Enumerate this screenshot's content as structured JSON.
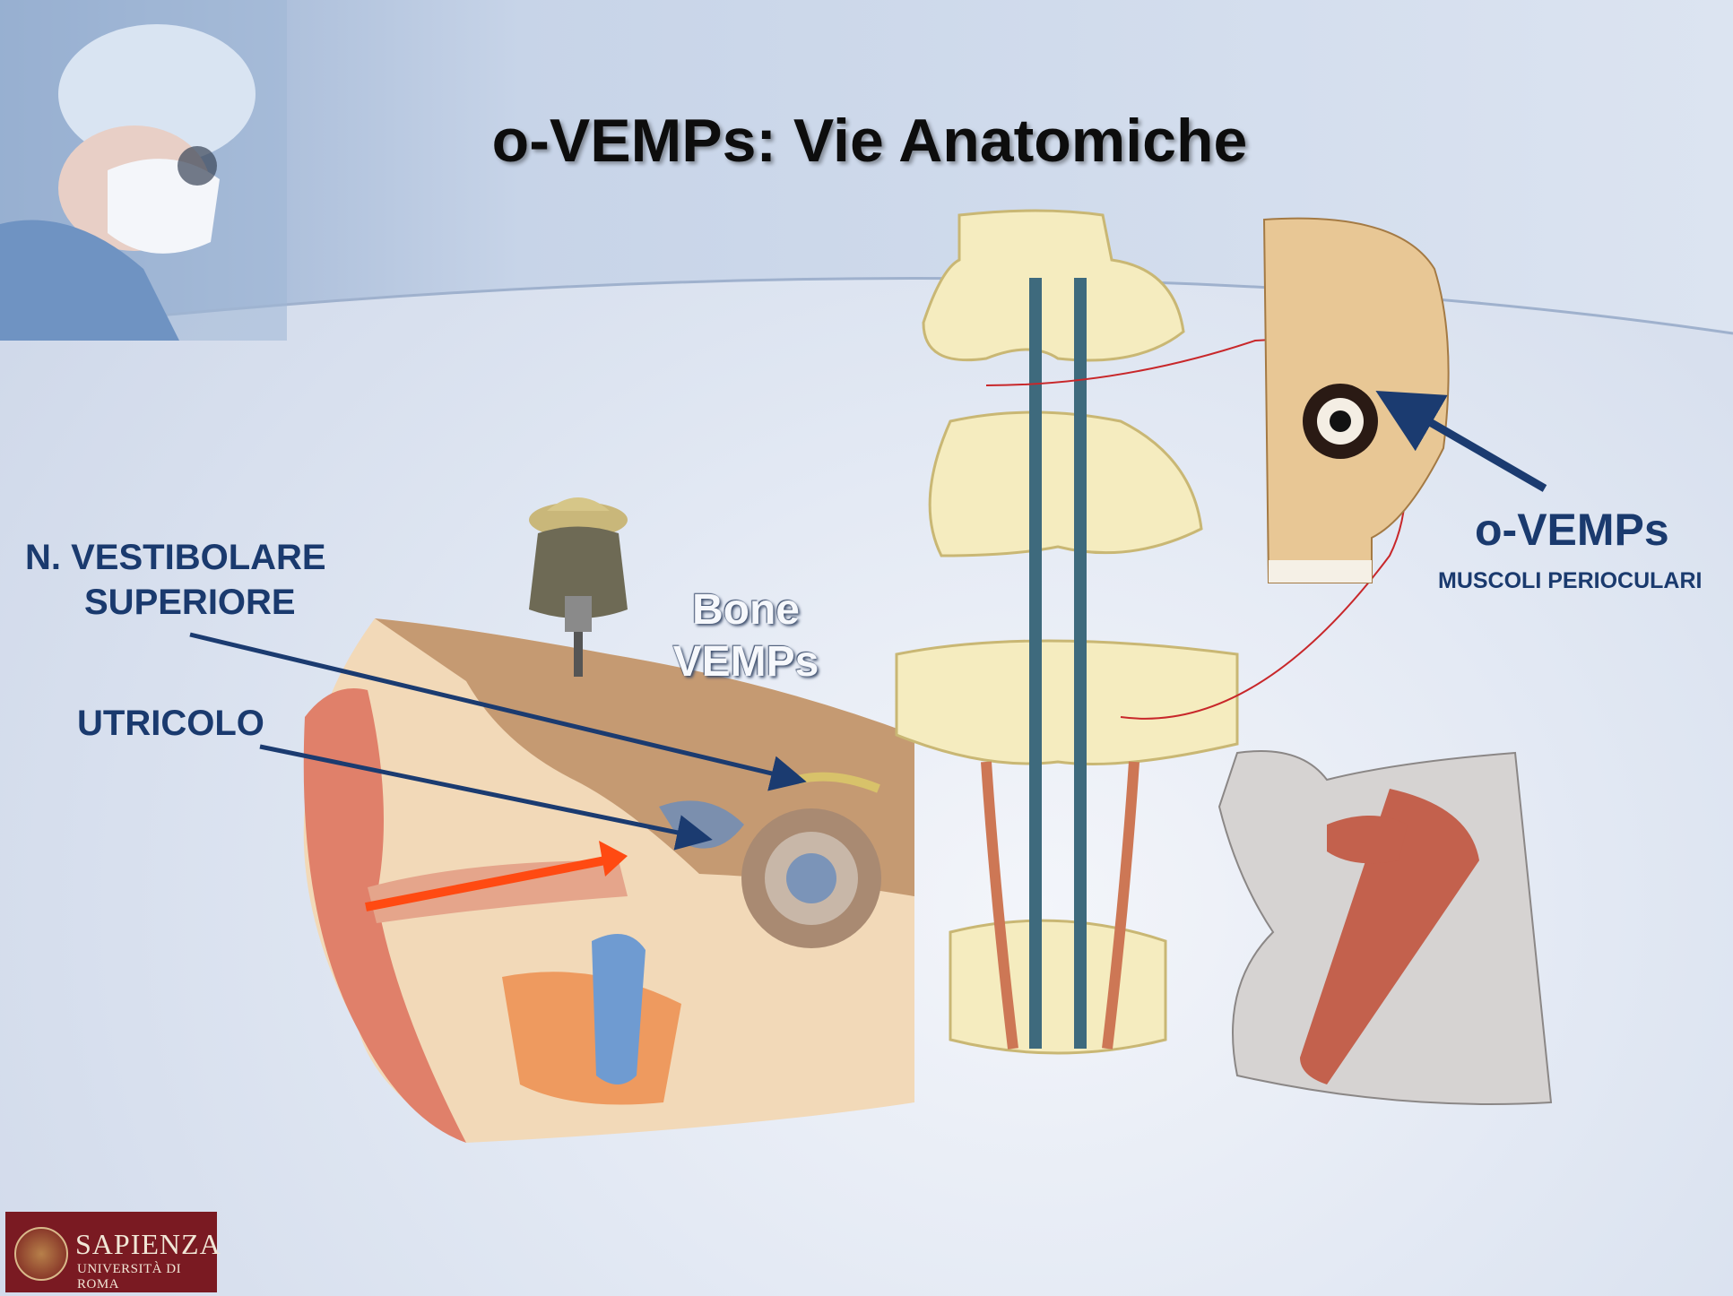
{
  "slide": {
    "title": "o-VEMPs: Vie Anatomiche",
    "labels": {
      "n_vestibolare": "N.  VESTIBOLARE",
      "superiore": "SUPERIORE",
      "utricolo": "UTRICOLO",
      "bone_line1": "Bone",
      "bone_line2": "VEMPs",
      "ovemps": "o-VEMPs",
      "muscoli": "MUSCOLI PERIOCULARI"
    },
    "logo": {
      "name": "SAPIENZA",
      "subtitle": "UNIVERSITÀ DI ROMA"
    }
  },
  "colors": {
    "label_blue": "#1a3a6e",
    "arrow_blue": "#1b3b70",
    "arrow_orange": "#ff4a12",
    "logo_red": "#7a1a22"
  }
}
